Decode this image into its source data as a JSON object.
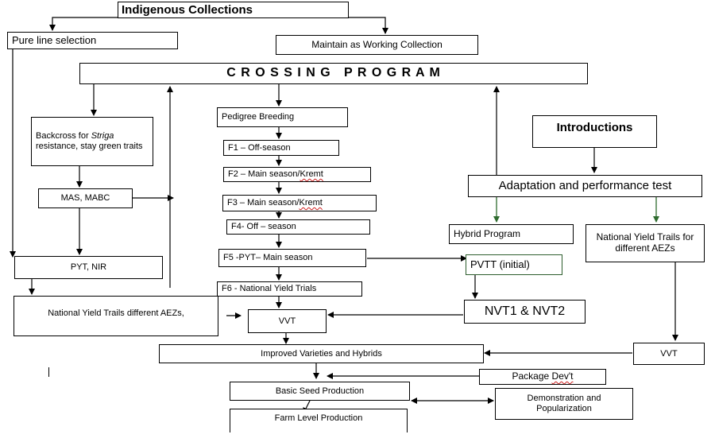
{
  "boxes": {
    "indigenous": "Indigenous Collections",
    "pure_line": "Pure line selection",
    "working_collection": "Maintain as Working Collection",
    "crossing": "C R O S S I N G   P R O G R A M",
    "backcross_pre": "Backcross for ",
    "backcross_italic": "Striga",
    "backcross_post": " resistance, stay green traits",
    "mas": "MAS, MABC",
    "pyt_nir": "PYT, NIR",
    "national_trails": "National Yield Trails  different AEZs,",
    "pedigree": "Pedigree Breeding",
    "f1": "F1 – Off-season",
    "f2_main": "F2 – Main season/",
    "f2_kremt": "Kremt",
    "f3_main": "F3 – Main season/",
    "f3_kremt": "Kremt",
    "f4": "F4- Off – season",
    "f5": "F5 -PYT– Main season",
    "f6": "F6 - National Yield Trials",
    "vvt_center": "VVT",
    "improved": "Improved Varieties and Hybrids",
    "package_main": "Package ",
    "package_dev": "Dev't",
    "basic_seed": "Basic Seed Production",
    "farm_level": "Farm Level Production",
    "demonstration": "Demonstration and Popularization",
    "introductions": "Introductions",
    "adaptation": "Adaptation and performance test",
    "hybrid": "Hybrid Program",
    "national_yield_aez": "National Yield Trails for different AEZs",
    "pvtt": "PVTT (initial)",
    "nvt": "NVT1 & NVT2",
    "vvt_right": "VVT"
  },
  "colors": {
    "green_arrow": "#2e6b2e",
    "spellcheck": "#d02020"
  }
}
